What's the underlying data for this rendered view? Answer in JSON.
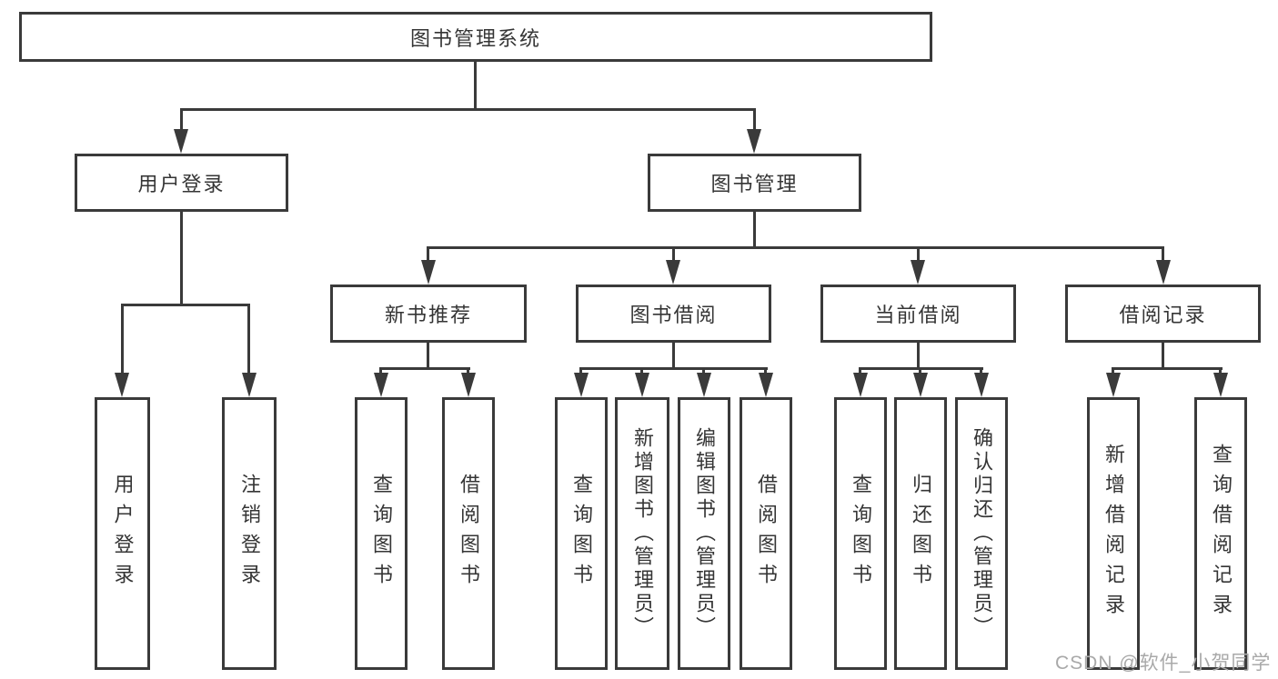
{
  "diagram": {
    "title": "图书管理系统",
    "level2": [
      {
        "label": "用户登录"
      },
      {
        "label": "图书管理"
      }
    ],
    "level3": [
      {
        "label": "新书推荐"
      },
      {
        "label": "图书借阅"
      },
      {
        "label": "当前借阅"
      },
      {
        "label": "借阅记录"
      }
    ],
    "leaves": [
      {
        "label": "用户登录"
      },
      {
        "label": "注销登录"
      },
      {
        "label": "查询图书"
      },
      {
        "label": "借阅图书"
      },
      {
        "label": "查询图书"
      },
      {
        "label": "新增图书（管理员）"
      },
      {
        "label": "编辑图书（管理员）"
      },
      {
        "label": "借阅图书"
      },
      {
        "label": "查询图书"
      },
      {
        "label": "归还图书"
      },
      {
        "label": "确认归还（管理员）"
      },
      {
        "label": "新增借阅记录"
      },
      {
        "label": "查询借阅记录"
      }
    ],
    "watermark": "CSDN @软件_小贺同学",
    "colors": {
      "line": "#3a3a3a",
      "text": "#353535",
      "watermark": "#a9a9a9",
      "background": "#ffffff"
    }
  }
}
